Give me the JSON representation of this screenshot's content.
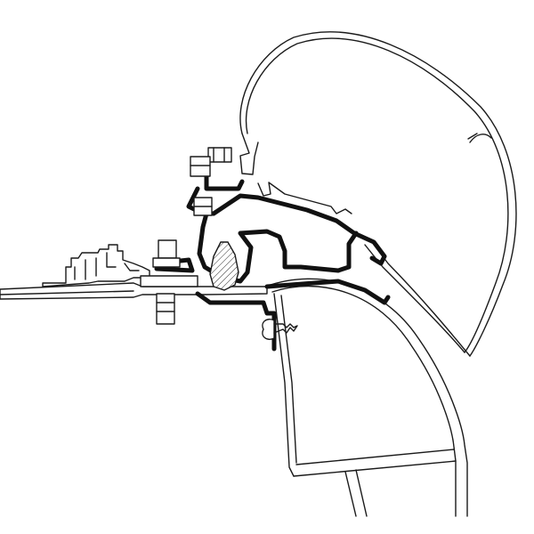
{
  "colors": {
    "background": "#ffffff",
    "line": "#1a1a1a",
    "adapter": "#111111"
  },
  "parts": [
    {
      "id": "awning-cassette",
      "icon": "awning-cassette-profile"
    },
    {
      "id": "adapter-bracket",
      "icon": "adapter-bracket-profile"
    },
    {
      "id": "roof-rail",
      "icon": "roof-rail-profile"
    },
    {
      "id": "vehicle-wall",
      "icon": "vehicle-wall-profile"
    },
    {
      "id": "bolt-upper",
      "icon": "hex-bolt"
    },
    {
      "id": "bolt-lower",
      "icon": "hex-bolt"
    },
    {
      "id": "bolt-roof",
      "icon": "hex-bolt"
    },
    {
      "id": "screw",
      "icon": "tapping-screw"
    },
    {
      "id": "seal",
      "icon": "rubber-seal"
    }
  ]
}
